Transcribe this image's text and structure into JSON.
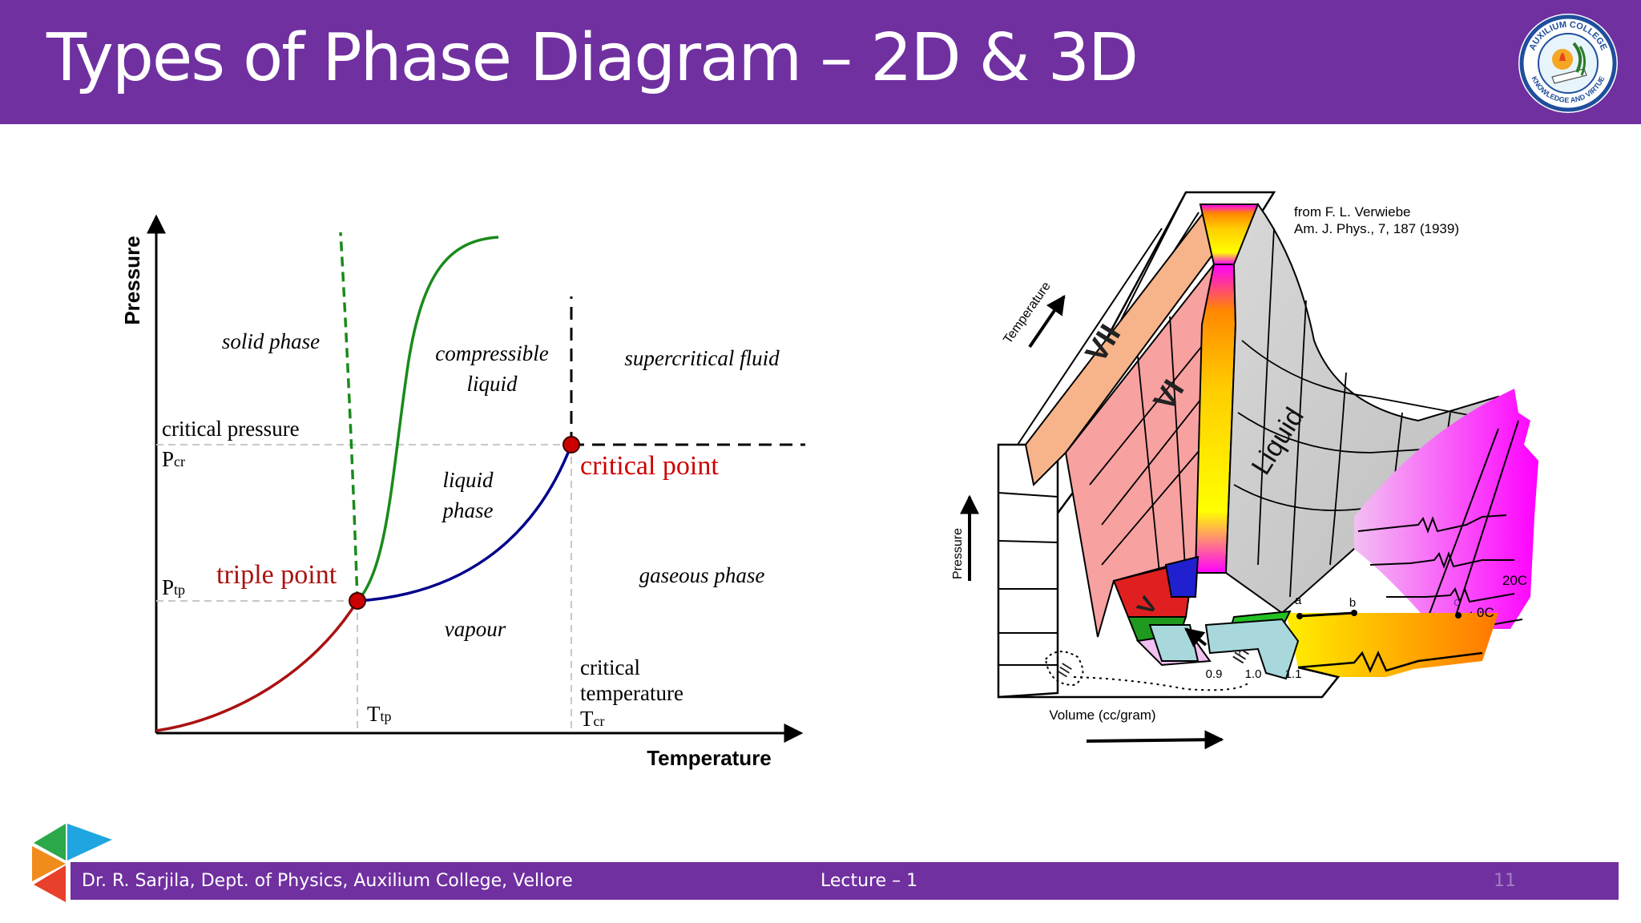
{
  "title": "Types of Phase Diagram – 2D & 3D",
  "logo": {
    "ring_text_top": "AUXILIUM COLLEGE",
    "ring_text_bottom": "KNOWLEDGE AND VIRTUE"
  },
  "footer": {
    "author": "Dr. R. Sarjila, Dept. of Physics, Auxilium College, Vellore",
    "lecture": "Lecture – 1",
    "page": "11"
  },
  "diagram2d": {
    "y_axis": "Pressure",
    "x_axis": "Temperature",
    "labels": {
      "solid": "solid phase",
      "compressible_1": "compressible",
      "compressible_2": "liquid",
      "supercritical": "supercritical fluid",
      "critical_pressure": "critical pressure",
      "pcr_main": "P",
      "pcr_sub": "cr",
      "liquid_1": "liquid",
      "liquid_2": "phase",
      "critical_point": "critical point",
      "gaseous": "gaseous phase",
      "ptp_main": "P",
      "ptp_sub": "tp",
      "triple_point": "triple point",
      "vapour": "vapour",
      "crit_temp_1": "critical",
      "crit_temp_2": "temperature",
      "tcr_main": "T",
      "tcr_sub": "cr",
      "ttp_main": "T",
      "ttp_sub": "tp"
    },
    "colors": {
      "solid_liquid_curve": "#1a8a1a",
      "sublimation_curve": "#aa1111",
      "vaporization_curve": "#00008b",
      "points": "#cc0000",
      "red_text": "#cc0000"
    }
  },
  "diagram3d": {
    "source_1": "from F. L. Verwiebe",
    "source_2": "Am. J. Phys., 7, 187 (1939)",
    "axis_temperature": "Temperature",
    "axis_pressure": "Pressure",
    "axis_volume": "Volume (cc/gram)",
    "regions": {
      "vii": "VII",
      "vi": "VI",
      "v": "V",
      "iii": "III",
      "ih": "Ih",
      "liquid": "Liquid"
    },
    "ticks": [
      "0.9",
      "1.0",
      "1.1"
    ],
    "points": {
      "a": "a",
      "b": "b",
      "c": "c"
    },
    "isotherms": [
      "20C",
      "0C"
    ]
  }
}
